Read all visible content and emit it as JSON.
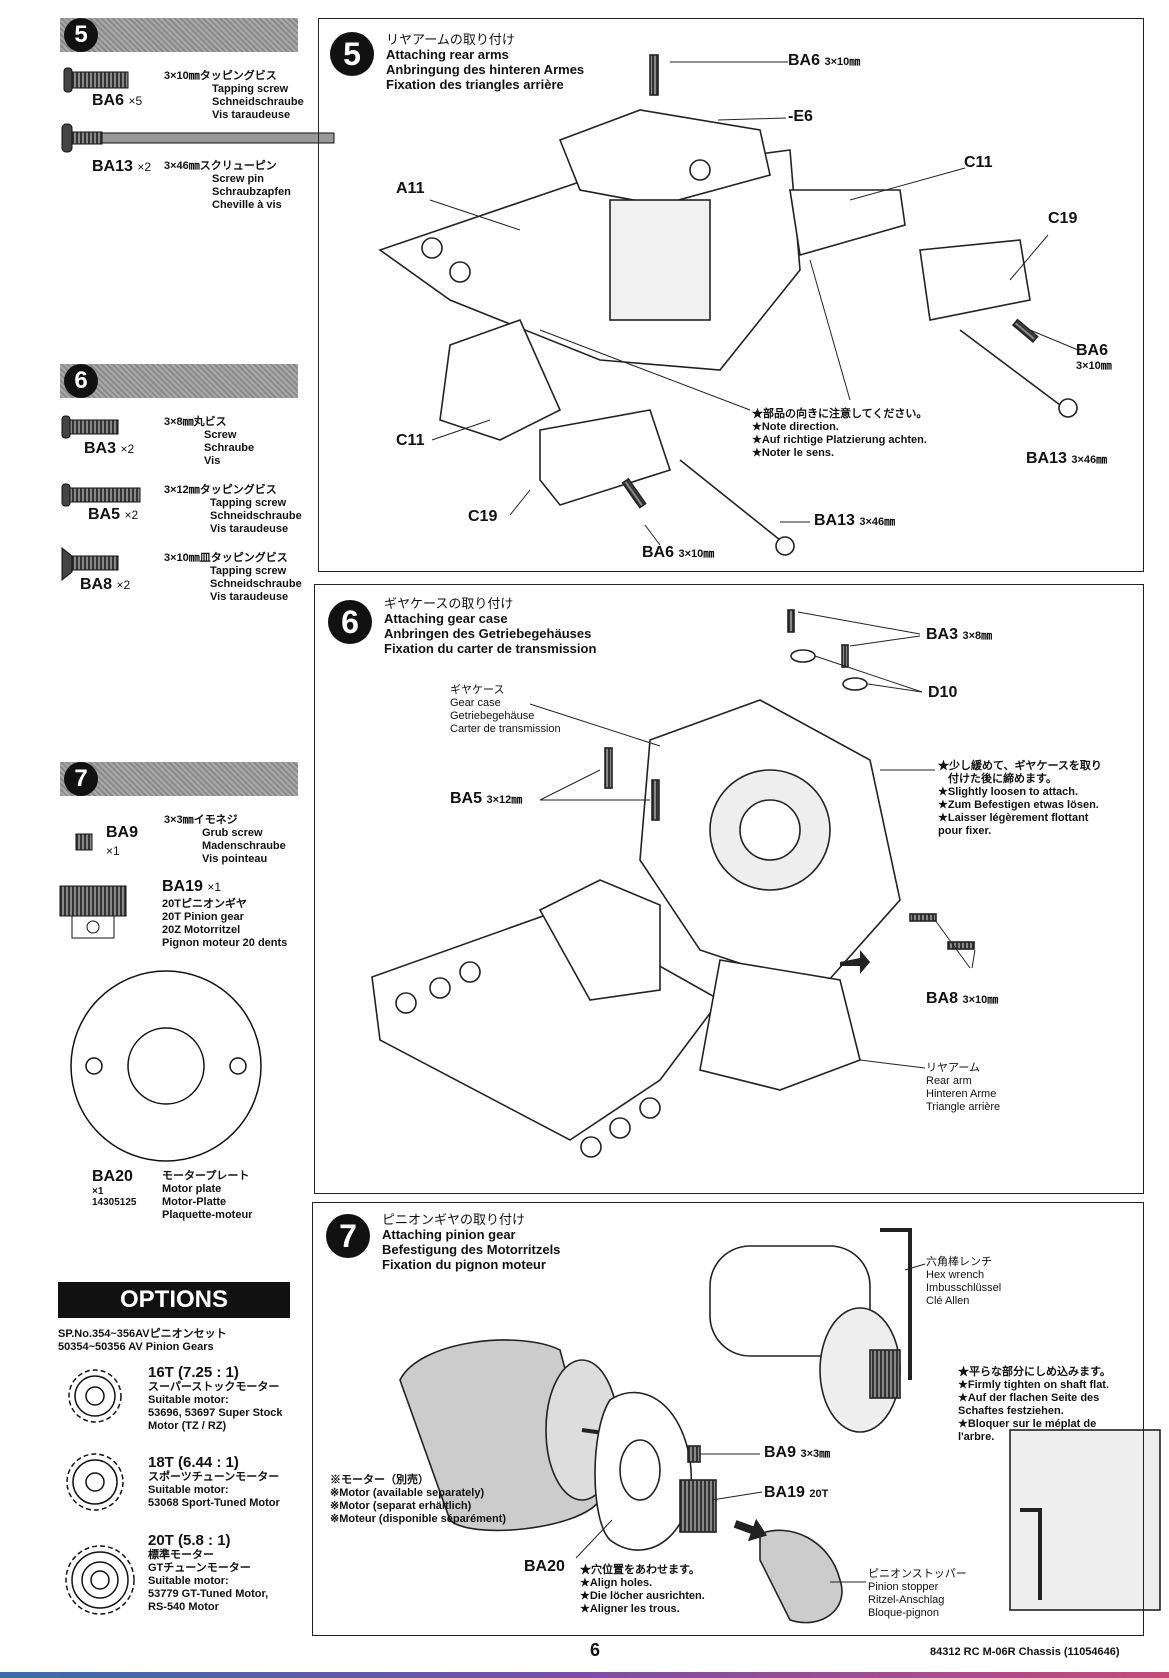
{
  "sidebar": {
    "s5": {
      "num": "5",
      "ba6": {
        "name": "BA6",
        "qty": "×5",
        "lines": [
          "3×10㎜タッピングビス",
          "Tapping screw",
          "Schneidschraube",
          "Vis taraudeuse"
        ]
      },
      "ba13": {
        "name": "BA13",
        "qty": "×2",
        "lines": [
          "3×46㎜スクリューピン",
          "Screw pin",
          "Schraubzapfen",
          "Cheville à vis"
        ]
      }
    },
    "s6": {
      "num": "6",
      "ba3": {
        "name": "BA3",
        "qty": "×2",
        "lines": [
          "3×8㎜丸ビス",
          "Screw",
          "Schraube",
          "Vis"
        ]
      },
      "ba5": {
        "name": "BA5",
        "qty": "×2",
        "lines": [
          "3×12㎜タッピングビス",
          "Tapping screw",
          "Schneidschraube",
          "Vis taraudeuse"
        ]
      },
      "ba8": {
        "name": "BA8",
        "qty": "×2",
        "lines": [
          "3×10㎜皿タッピングビス",
          "Tapping screw",
          "Schneidschraube",
          "Vis taraudeuse"
        ]
      }
    },
    "s7": {
      "num": "7",
      "ba9": {
        "name": "BA9",
        "qty": "×1",
        "lines": [
          "3×3㎜イモネジ",
          "Grub screw",
          "Madenschraube",
          "Vis pointeau"
        ]
      },
      "ba19": {
        "name": "BA19",
        "qty": "×1",
        "lines": [
          "20Tピニオンギヤ",
          "20T Pinion gear",
          "20Z Motorritzel",
          "Pignon moteur 20 dents"
        ]
      },
      "ba20": {
        "name": "BA20",
        "qty": "×1",
        "code": "14305125",
        "lines": [
          "モータープレート",
          "Motor plate",
          "Motor-Platte",
          "Plaquette-moteur"
        ]
      }
    },
    "options": {
      "header": "OPTIONS",
      "intro": [
        "SP.No.354~356AVピニオンセット",
        "50354~50356 AV Pinion Gears"
      ],
      "items": [
        {
          "title": "16T (7.25 : 1)",
          "lines": [
            "スーパーストックモーター",
            "Suitable motor:",
            "53696, 53697 Super Stock",
            "Motor (TZ / RZ)"
          ]
        },
        {
          "title": "18T (6.44 : 1)",
          "lines": [
            "スポーツチューンモーター",
            "Suitable motor:",
            "53068 Sport-Tuned Motor"
          ]
        },
        {
          "title": "20T (5.8 : 1)",
          "lines": [
            "標準モーター",
            "GTチューンモーター",
            "Suitable motor:",
            "53779 GT-Tuned Motor,",
            "RS-540 Motor"
          ]
        }
      ]
    }
  },
  "step5": {
    "num": "5",
    "title": [
      "リヤアームの取り付け",
      "Attaching rear arms",
      "Anbringung des hinteren Armes",
      "Fixation des triangles arrière"
    ],
    "labels": {
      "ba6_top": "BA6",
      "ba6_top_size": "3×10㎜",
      "e6": "E6",
      "c11_right": "C11",
      "a11": "A11",
      "c19_right": "C19",
      "ba6_right": "BA6",
      "ba6_right_size": "3×10㎜",
      "c11_left": "C11",
      "ba13_right": "BA13",
      "ba13_right_size": "3×46㎜",
      "c19_left": "C19",
      "ba13_bottom": "BA13",
      "ba13_bottom_size": "3×46㎜",
      "ba6_bottom": "BA6",
      "ba6_bottom_size": "3×10㎜"
    },
    "note": [
      "★部品の向きに注意してください。",
      "★Note direction.",
      "★Auf richtige Platzierung achten.",
      "★Noter le sens."
    ]
  },
  "step6": {
    "num": "6",
    "title": [
      "ギヤケースの取り付け",
      "Attaching gear case",
      "Anbringen des Getriebegehäuses",
      "Fixation du carter de transmission"
    ],
    "labels": {
      "ba3": "BA3",
      "ba3_size": "3×8㎜",
      "d10": "D10",
      "ba5": "BA5",
      "ba5_size": "3×12㎜",
      "ba8": "BA8",
      "ba8_size": "3×10㎜"
    },
    "gear_case": [
      "ギヤケース",
      "Gear case",
      "Getriebegehäuse",
      "Carter de transmission"
    ],
    "rear_arm": [
      "リヤアーム",
      "Rear arm",
      "Hinteren Arme",
      "Triangle arrière"
    ],
    "note": [
      "★少し緩めて、ギヤケースを取り",
      "付けた後に締めます。",
      "★Slightly loosen to attach.",
      "★Zum Befestigen etwas lösen.",
      "★Laisser légèrement flottant",
      "pour fixer."
    ]
  },
  "step7": {
    "num": "7",
    "title": [
      "ピニオンギヤの取り付け",
      "Attaching pinion gear",
      "Befestigung des Motorritzels",
      "Fixation du pignon moteur"
    ],
    "hex_wrench": [
      "六角棒レンチ",
      "Hex wrench",
      "Imbusschlüssel",
      "Clé Allen"
    ],
    "shaft_note": [
      "★平らな部分にしめ込みます。",
      "★Firmly tighten on shaft flat.",
      "★Auf der flachen Seite des",
      "Schaftes festziehen.",
      "★Bloquer sur le méplat de",
      "l'arbre."
    ],
    "motor_note": [
      "※モーター（別売）",
      "※Motor (available separately)",
      "※Motor (separat erhältlich)",
      "※Moteur (disponible séparément)"
    ],
    "labels": {
      "ba9": "BA9",
      "ba9_size": "3×3㎜",
      "ba19": "BA19",
      "ba19_size": "20T",
      "ba20": "BA20"
    },
    "align_note": [
      "★穴位置をあわせます。",
      "★Align holes.",
      "★Die löcher ausrichten.",
      "★Aligner les trous."
    ],
    "pinion_stopper": [
      "ピニオンストッパー",
      "Pinion stopper",
      "Ritzel-Anschlag",
      "Bloque-pignon"
    ]
  },
  "footer": {
    "page": "6",
    "model": "84312 RC M-06R Chassis (11054646)"
  }
}
